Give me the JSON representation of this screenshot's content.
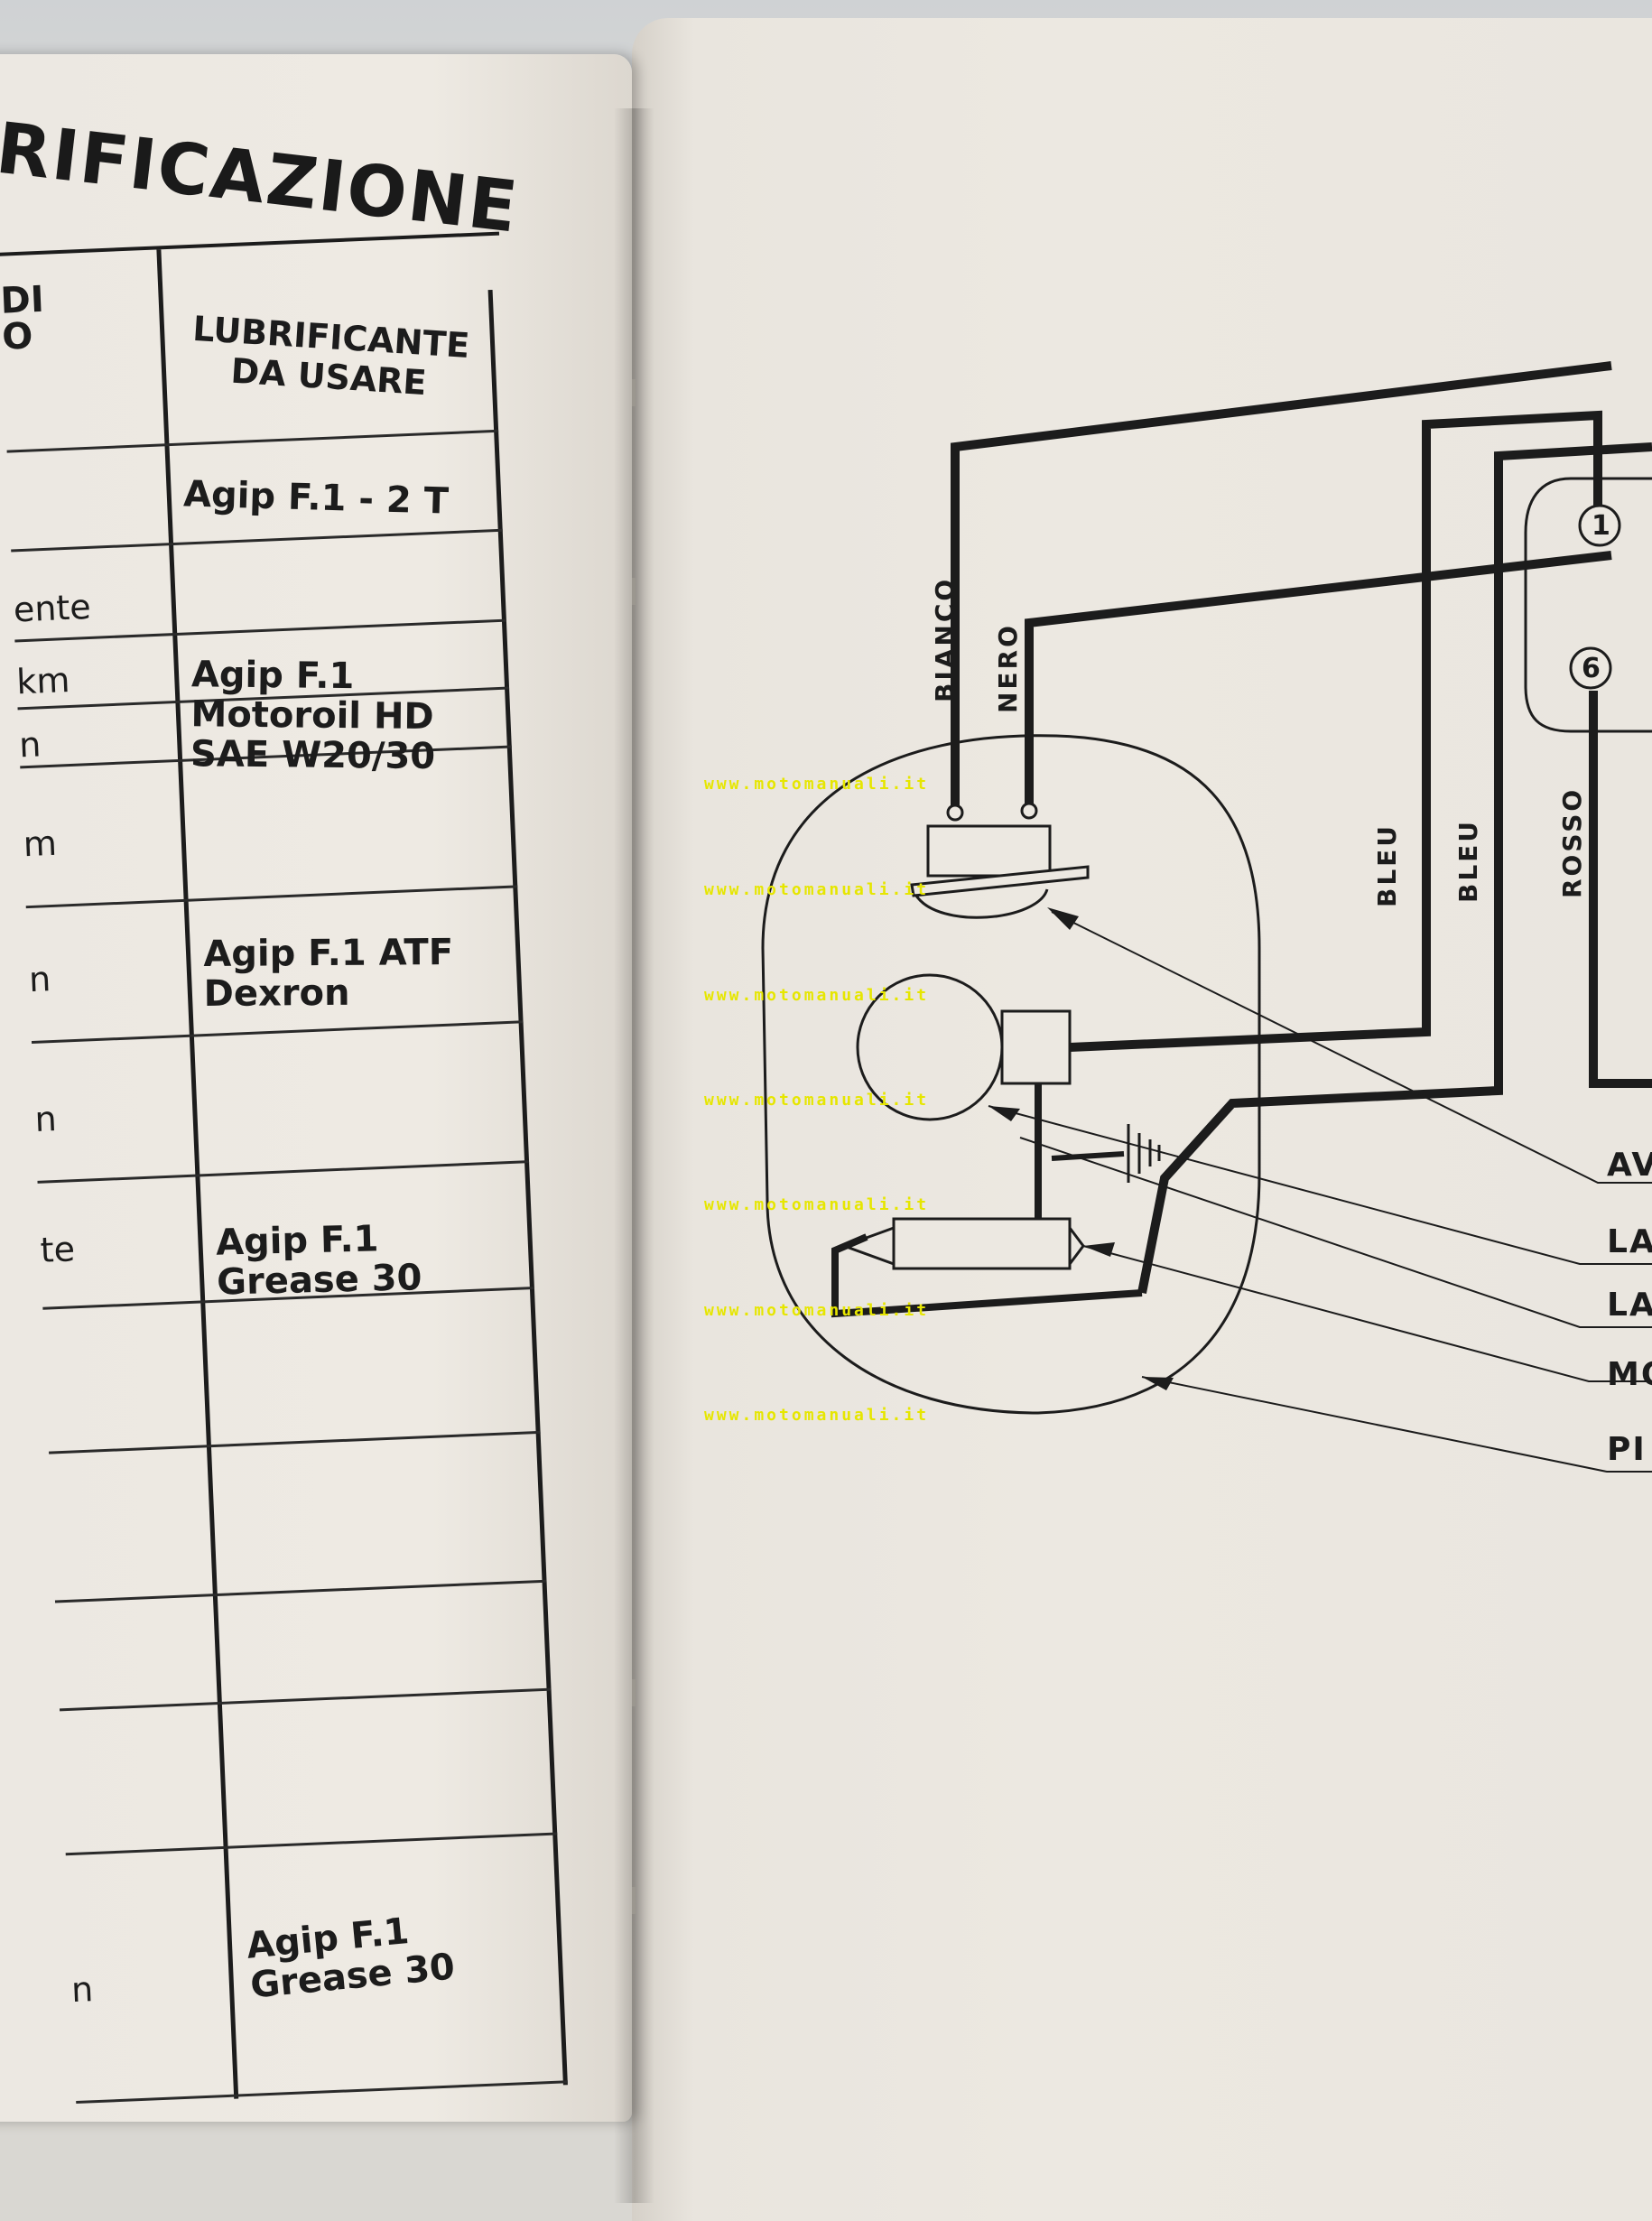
{
  "left_page": {
    "heading": "RIFICAZIONE",
    "column_headers": {
      "left": "DI\nO",
      "right": "LUBRIFICANTE\nDA USARE"
    },
    "left_cells": [
      "ente",
      "km",
      "n",
      "m",
      "n",
      "n",
      "te",
      "n"
    ],
    "lubricants": [
      "Agip F.1 - 2 T",
      "Agip F.1\nMotoroil HD\nSAE W20/30",
      "Agip F.1 ATF\nDexron",
      "Agip F.1\nGrease 30",
      "Agip F.1\nGrease 30"
    ]
  },
  "right_page": {
    "wire_labels": {
      "bianco": "BIANCO",
      "nero": "NERO",
      "bleu1": "BLEU",
      "bleu2": "BLEU",
      "rosso": "ROSSO"
    },
    "terminals": [
      "1",
      "6"
    ],
    "edge_labels": [
      "AV",
      "LA",
      "LA",
      "MO",
      "PI"
    ]
  },
  "watermark": "www.motomanuali.it",
  "watermark_color": "#e6e600"
}
